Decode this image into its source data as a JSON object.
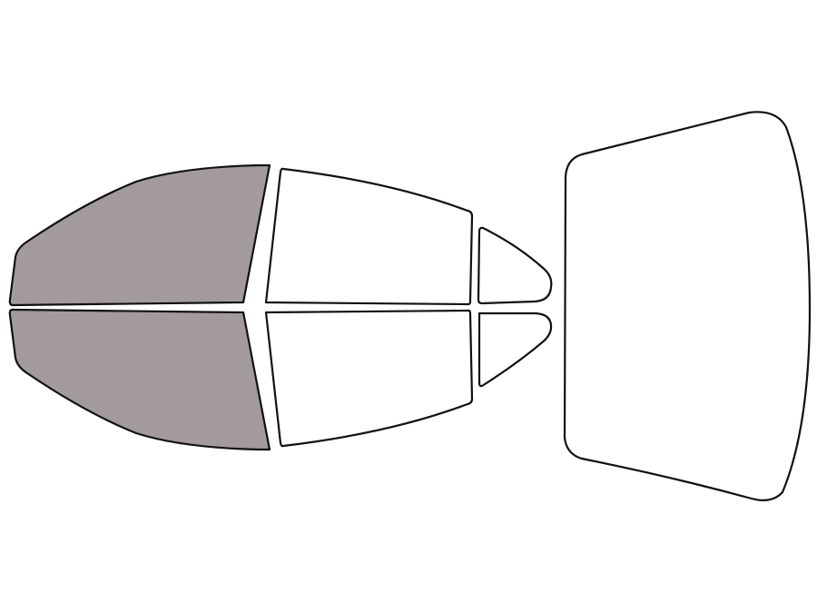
{
  "colors": {
    "background": "#ffffff",
    "outline": "#111111",
    "tinted": "#a39b9b",
    "untinted": "#ffffff"
  },
  "panes": [
    {
      "id": "front-left-window",
      "tinted": true
    },
    {
      "id": "front-right-window",
      "tinted": true
    },
    {
      "id": "rear-left-door-window",
      "tinted": false
    },
    {
      "id": "rear-right-door-window",
      "tinted": false
    },
    {
      "id": "rear-left-quarter-window",
      "tinted": false
    },
    {
      "id": "rear-right-quarter-window",
      "tinted": false
    },
    {
      "id": "rear-windshield",
      "tinted": false
    }
  ]
}
